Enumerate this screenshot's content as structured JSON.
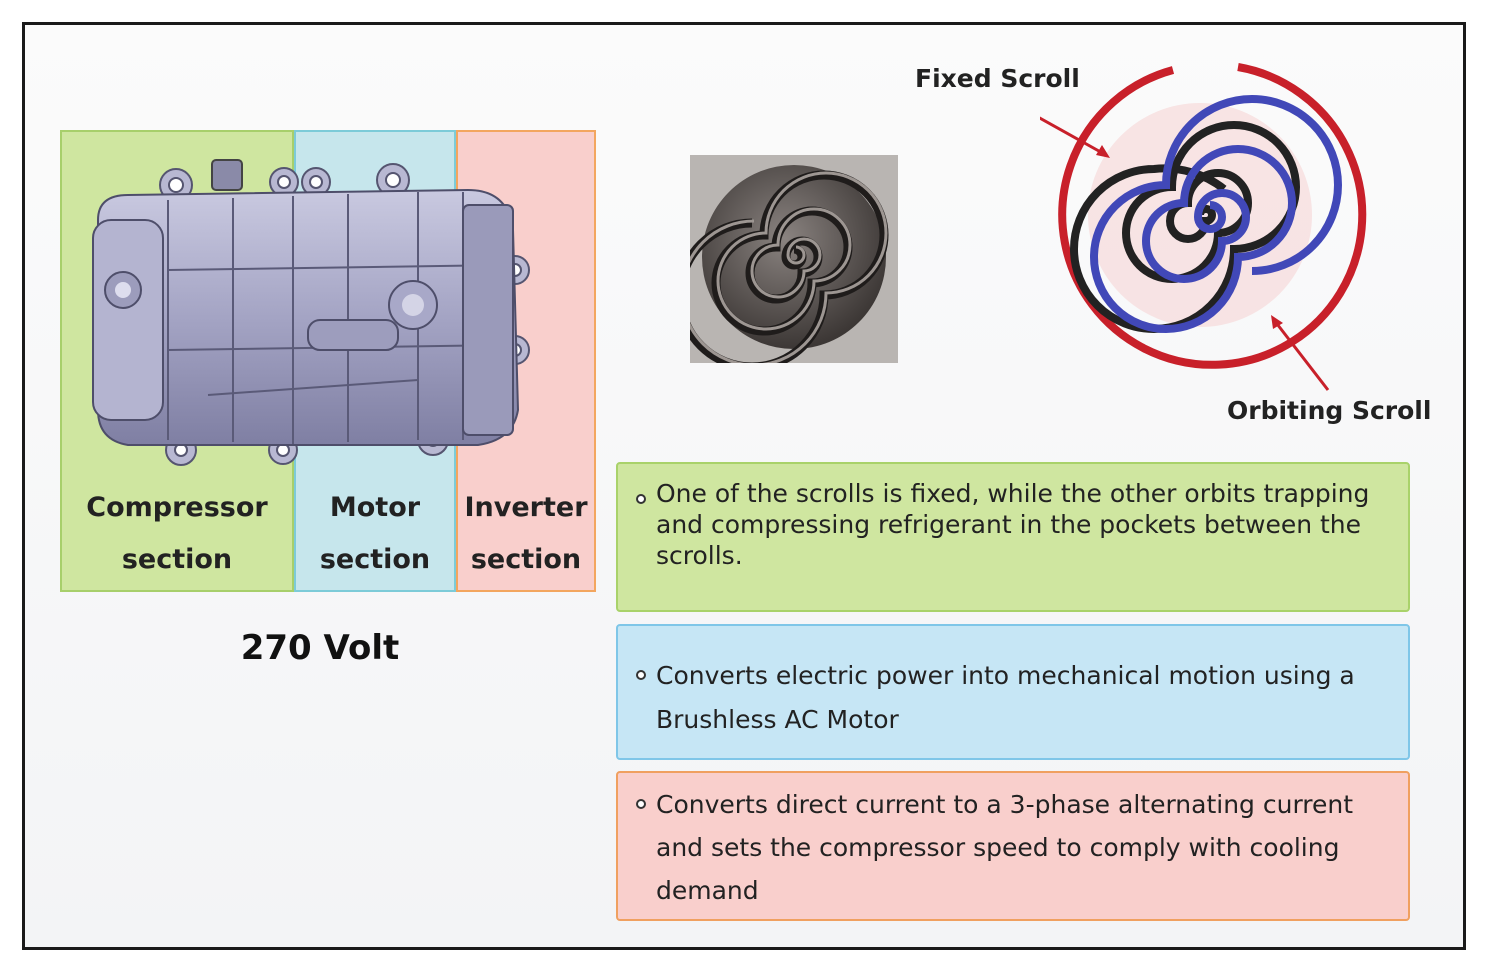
{
  "sections": {
    "compressor": "Compressor\nsection",
    "motor": "Motor\nsection",
    "inverter": "Inverter\nsection"
  },
  "voltage": "270 Volt",
  "scroll_diagram": {
    "fixed_label": "Fixed Scroll",
    "orbiting_label": "Orbiting Scroll",
    "colors": {
      "outer_ring": "#c8202a",
      "fixed_scroll": "#222222",
      "orbiting_scroll": "#4148b8"
    }
  },
  "descriptions": {
    "compressor": "One of the scrolls is fixed, while the other orbits trapping and compressing refrigerant in the pockets between the scrolls.",
    "motor": "Converts electric power into mechanical motion using a Brushless AC Motor",
    "inverter": "Converts direct current to a 3-phase alternating current and sets the compressor speed to comply with cooling demand"
  },
  "colors": {
    "compressor": "#cfe6a0",
    "motor": "#c6e6ec",
    "inverter": "#f9cfcc"
  }
}
